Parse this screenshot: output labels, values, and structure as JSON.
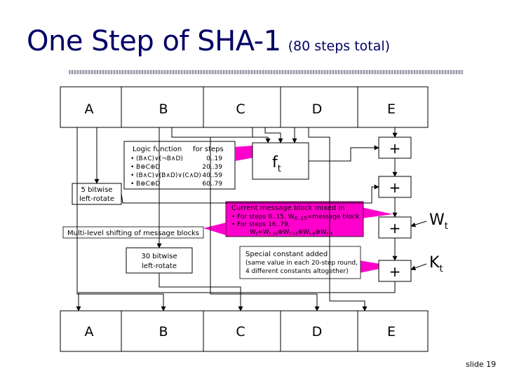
{
  "title": {
    "main": "One Step of SHA-1",
    "sub": "(80 steps total)"
  },
  "registers_top": [
    "A",
    "B",
    "C",
    "D",
    "E"
  ],
  "registers_bottom": [
    "A",
    "B",
    "C",
    "D",
    "E"
  ],
  "logic": {
    "header_function": "Logic function",
    "header_steps": "for steps",
    "rows": [
      {
        "func": "(B∧C)∨(¬B∧D)",
        "steps": "0..19"
      },
      {
        "func": "B⊕C⊕D",
        "steps": "20..39"
      },
      {
        "func": "(B∧C)∨(B∧D)∨(C∧D)",
        "steps": "40..59"
      },
      {
        "func": "B⊕C⊕D",
        "steps": "60..79"
      }
    ]
  },
  "ft": {
    "base": "f",
    "sub": "t"
  },
  "rotate5": [
    "5 bitwise",
    "left-rotate"
  ],
  "rotate30": [
    "30 bitwise",
    "left-rotate"
  ],
  "multilevel": "Multi-level shifting of message blocks",
  "message": {
    "title": "Current message block mixed in",
    "line1": "For steps 0..15, W",
    "line1_sub": "0..15",
    "line1_end": "=message block",
    "line2": "For steps 16..79,",
    "line3_parts": [
      {
        "t": "W",
        "s": "t"
      },
      {
        "t": "=W",
        "s": "t-16"
      },
      {
        "t": "⊕W",
        "s": "t-14"
      },
      {
        "t": "⊕W",
        "s": "t-8"
      },
      {
        "t": "⊕W",
        "s": "t-3"
      }
    ]
  },
  "constant": {
    "title": "Special constant added",
    "line1": "(same value in each 20-step round,",
    "line2": "4 different constants altogether)"
  },
  "adders": [
    "+",
    "+",
    "+",
    "+"
  ],
  "wt": {
    "base": "W",
    "sub": "t"
  },
  "kt": {
    "base": "K",
    "sub": "t"
  },
  "slide": "slide 19"
}
